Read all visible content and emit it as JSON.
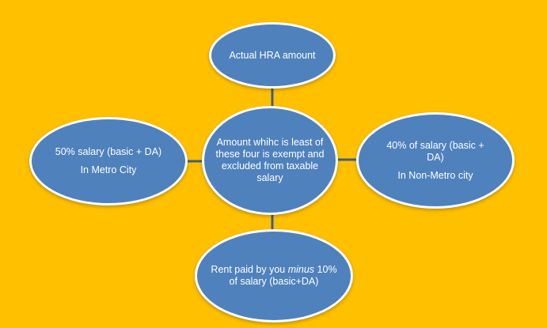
{
  "diagram": {
    "center": {
      "text": "Amount whihc is least of these four is exempt and excluded from taxable salary"
    },
    "top": {
      "text": "Actual HRA amount"
    },
    "left": {
      "line1": "50% salary (basic + DA)",
      "line2": "In Metro City"
    },
    "right": {
      "line1": "40% of  salary (basic + DA)",
      "line2": "In Non-Metro city"
    },
    "bottom": {
      "text_a": "Rent paid by you ",
      "text_italic": "minus",
      "text_b": " 10% of salary (basic+DA)"
    }
  },
  "colors": {
    "background": "#ffc000",
    "node_fill": "#4f81bd",
    "node_border": "#ffffff",
    "connector": "#3f5f86"
  }
}
